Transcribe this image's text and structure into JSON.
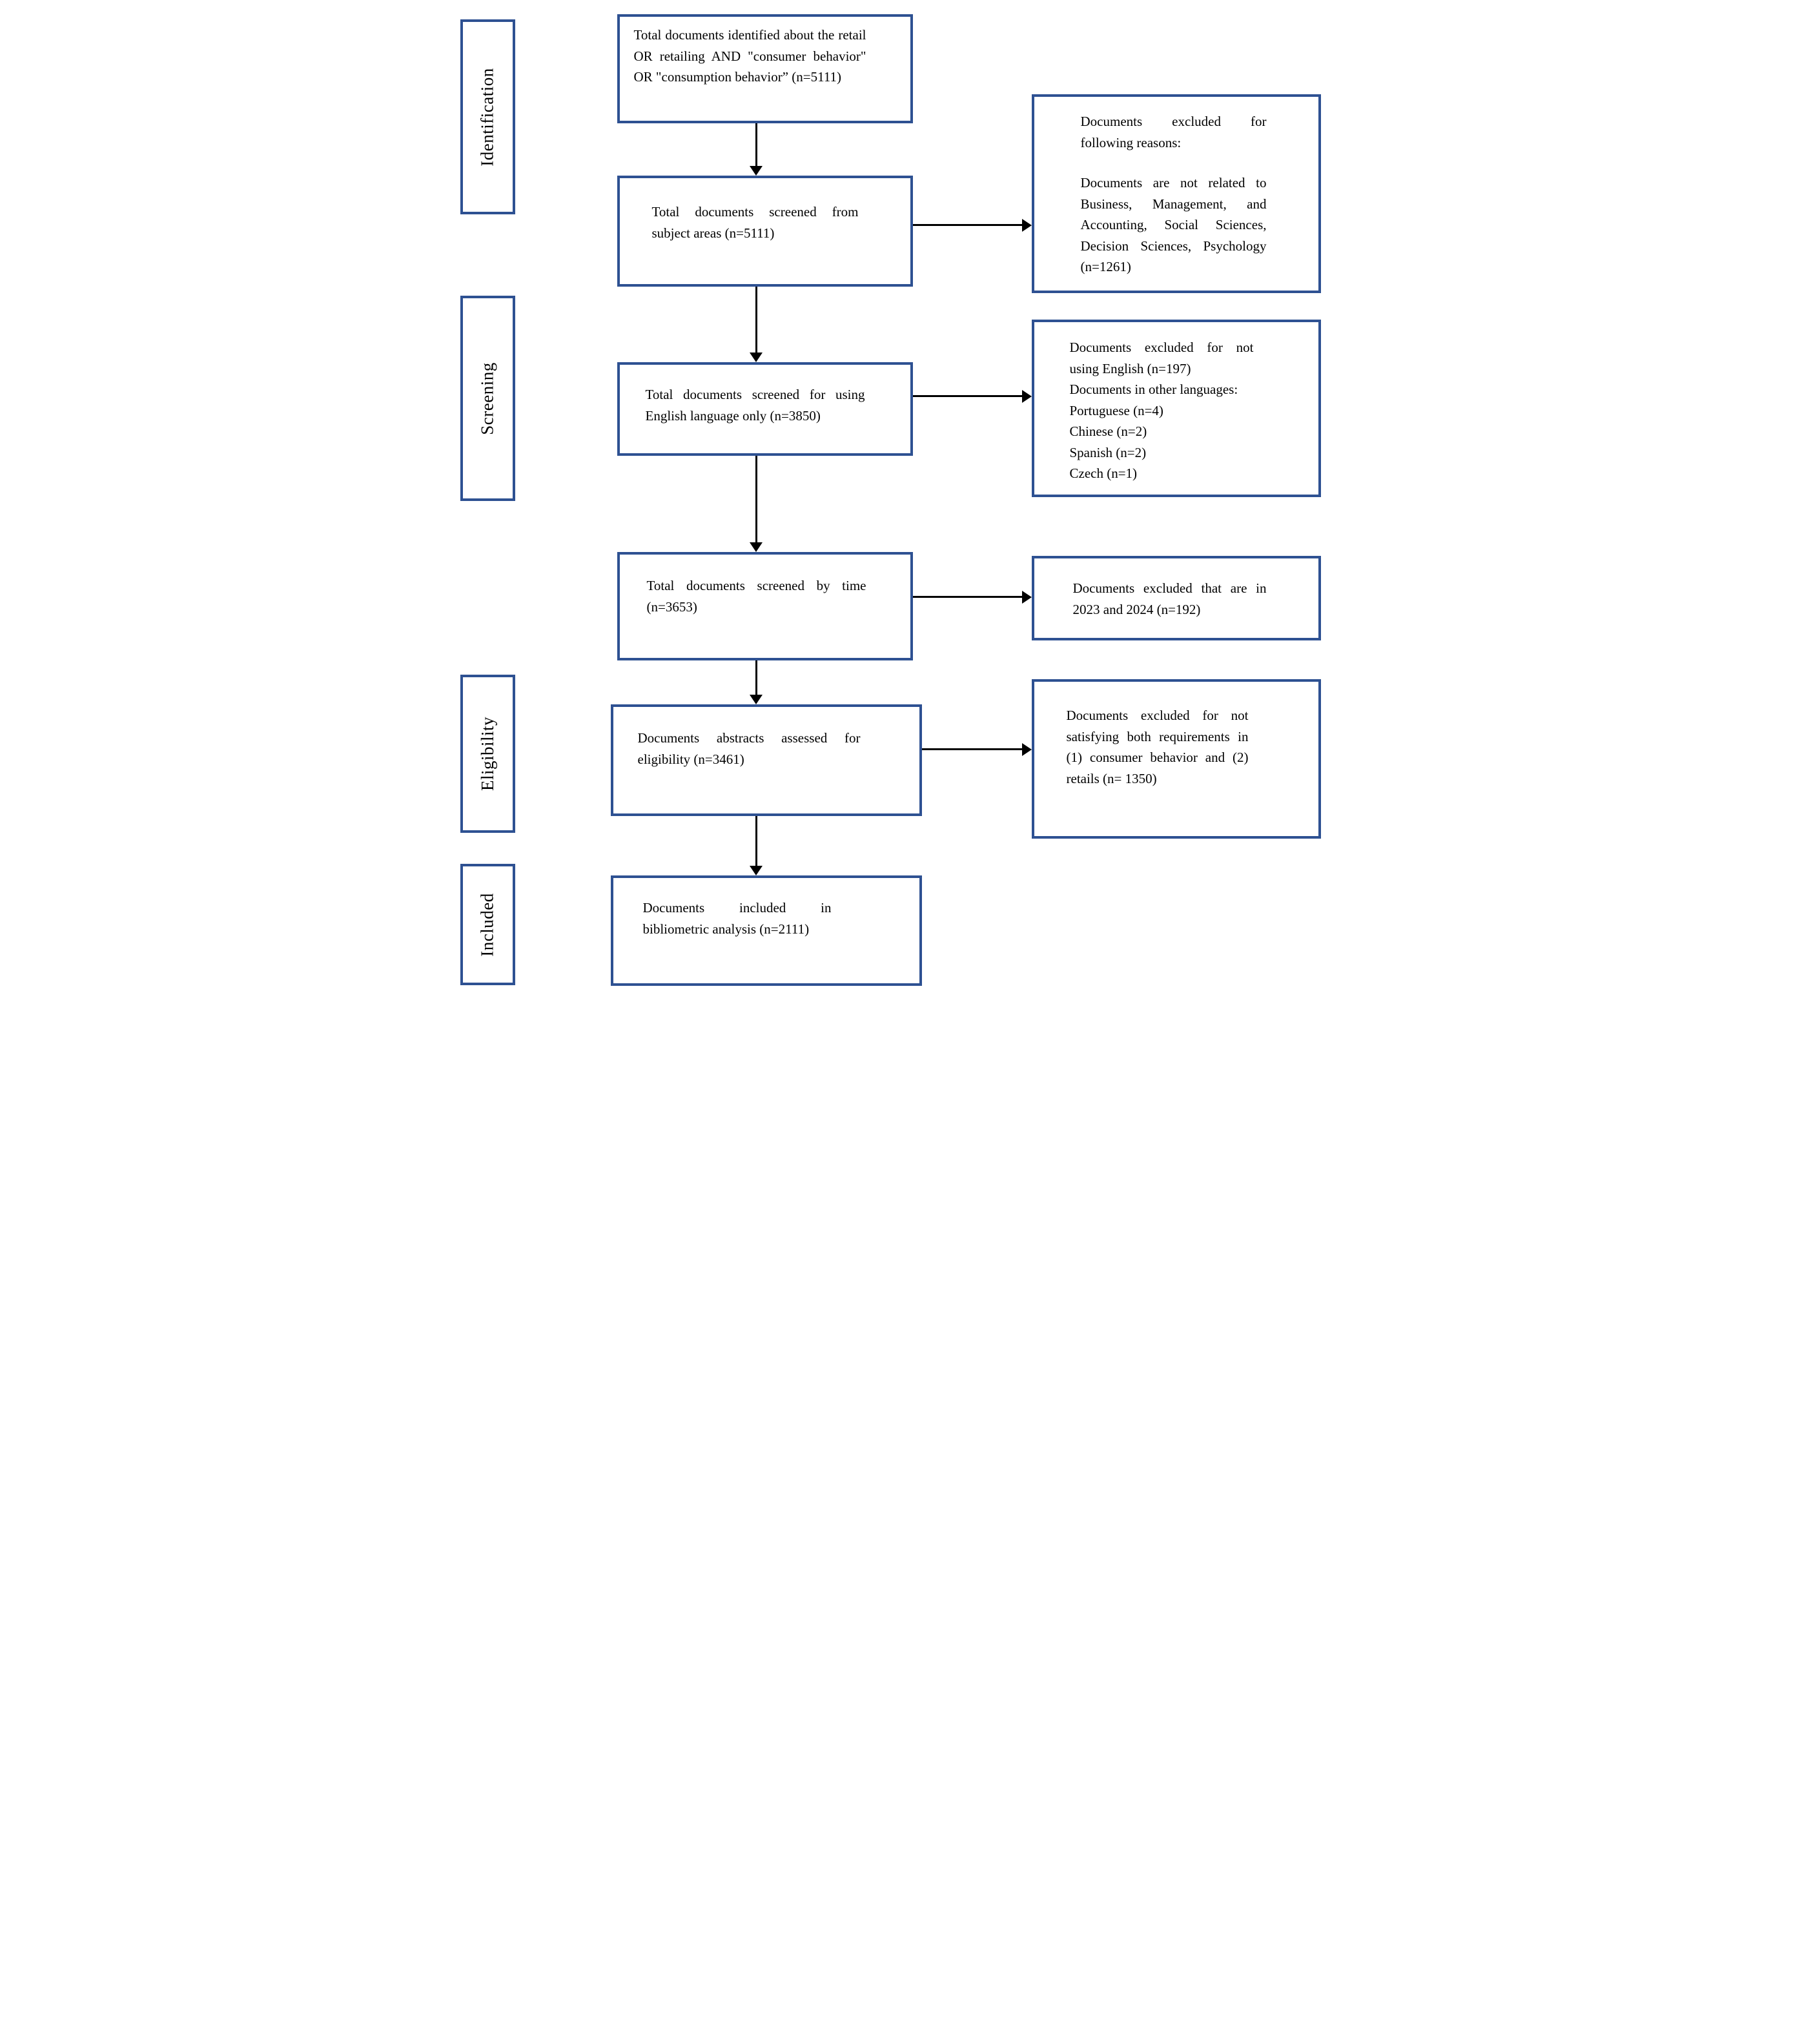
{
  "diagram": {
    "title": "PRISMA document screening flow diagram",
    "colors": {
      "border": "#2e5192",
      "arrow": "#000000",
      "text": "#000000",
      "background": "#ffffff"
    },
    "stages": [
      {
        "label": "Identification"
      },
      {
        "label": "Screening"
      },
      {
        "label": "Eligibility"
      },
      {
        "label": "Included"
      }
    ],
    "flow": [
      {
        "text": "Total documents identified about the retail OR retailing AND \"consumer behavior\" OR \"consumption behavior” (n=5111)"
      },
      {
        "text": "Total documents screened from subject areas (n=5111)"
      },
      {
        "text": "Total documents screened for using English language only (n=3850)"
      },
      {
        "text": "Total documents screened by time (n=3653)"
      },
      {
        "text": "Documents abstracts assessed for eligibility (n=3461)"
      },
      {
        "text": "Documents included in bibliometric analysis (n=2111)"
      }
    ],
    "exclusions": [
      {
        "paragraphs": [
          "Documents excluded for following reasons:",
          "Documents are not related to Business, Management, and Accounting, Social Sciences, Decision Sciences, Psychology (n=1261)"
        ]
      },
      {
        "lines": [
          "Documents excluded for not using English (n=197)",
          "Documents in other languages:",
          "Portuguese (n=4)",
          "Chinese (n=2)",
          "Spanish (n=2)",
          "Czech (n=1)"
        ]
      },
      {
        "lines": [
          "Documents excluded that are in 2023 and 2024 (n=192)"
        ]
      },
      {
        "lines": [
          "Documents excluded for not satisfying both requirements in (1) consumer behavior and (2) retails (n= 1350)"
        ]
      }
    ]
  }
}
